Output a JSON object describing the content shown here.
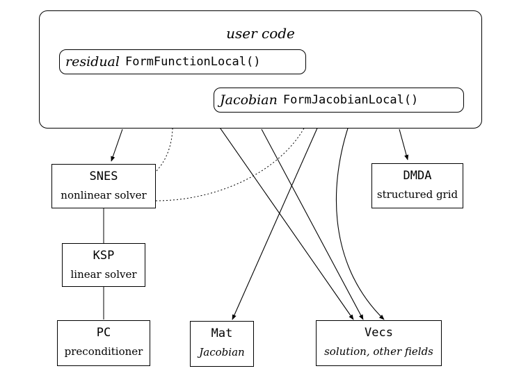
{
  "user_code": {
    "label": "user code",
    "residual": {
      "prefix": "residual",
      "function": "FormFunctionLocal()"
    },
    "jacobian": {
      "prefix": "Jacobian",
      "function": "FormJacobianLocal()"
    }
  },
  "nodes": {
    "snes": {
      "name": "SNES",
      "desc": "nonlinear solver"
    },
    "ksp": {
      "name": "KSP",
      "desc": "linear solver"
    },
    "pc": {
      "name": "PC",
      "desc": "preconditioner"
    },
    "dmda": {
      "name": "DMDA",
      "desc": "structured grid"
    },
    "mat": {
      "name": "Mat",
      "desc": "Jacobian"
    },
    "vecs": {
      "name": "Vecs",
      "desc": "solution, other fields"
    }
  }
}
